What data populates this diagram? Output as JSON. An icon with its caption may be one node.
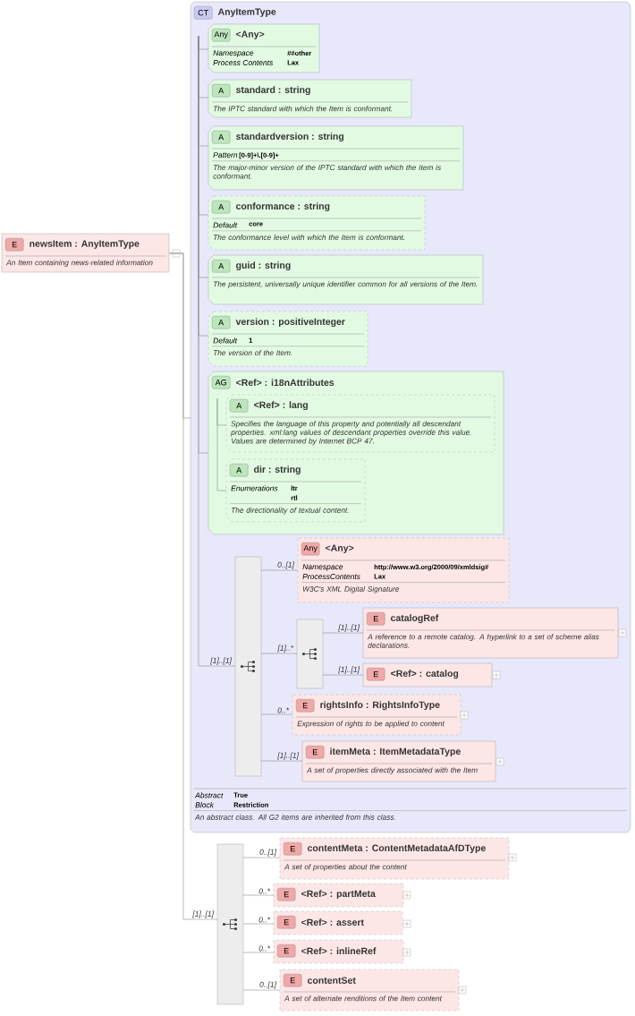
{
  "diagram": {
    "nodes": [
      {
        "text": [
          "E",
          "newsItem : AnyItemType",
          "An Item containing news-related information"
        ]
      },
      {
        "text": [
          "CT",
          "AnyItemType",
          "Abstract",
          "True",
          "Block",
          "Restriction",
          "An abstract class. All G2 items are inherited from this class."
        ]
      },
      {
        "text": [
          "Any",
          "<Any>",
          "Namespace",
          "##other",
          "Process Contents",
          "Lax"
        ],
        "in": 1
      },
      {
        "text": [
          "A",
          "standard : string",
          "The IPTC standard with which the Item is conformant."
        ],
        "in": 1
      },
      {
        "text": [
          "A",
          "standardversion : string",
          "Pattern",
          "[0-9]+\\.[0-9]+",
          "The major-minor version of the IPTC standard with which the Item is conformant."
        ],
        "in": 1
      },
      {
        "text": [
          "A",
          "conformance : string",
          "Default",
          "core",
          "The conformance level with which the Item is conformant."
        ],
        "in": 1
      },
      {
        "text": [
          "A",
          "guid : string",
          "The persistent, universally unique identifier common for all versions of the Item."
        ],
        "in": 1
      },
      {
        "text": [
          "A",
          "version : positiveInteger",
          "Default",
          "1",
          "The version of the Item."
        ],
        "in": 1
      },
      {
        "text": [
          "AG",
          "<Ref> : i18nAttributes"
        ],
        "in": 1
      },
      {
        "text": [
          "A",
          "<Ref> : lang",
          "Specifies the language of this property and potentially all descendant properties. xml:lang values of descendant properties override this value. Values are determined by Internet BCP 47."
        ],
        "in": 8
      },
      {
        "text": [
          "A",
          "dir : string",
          "Enumerations",
          "ltr",
          "rtl",
          "The directionality of textual content."
        ],
        "in": 8
      },
      {
        "text": [],
        "shape": "box",
        "in": 1
      },
      {
        "text": [
          "Any",
          "<Any>",
          "Namespace",
          "http://www.w3.org/2000/09/xmldsig#",
          "ProcessContents",
          "Lax",
          "W3C's XML Digital Signature"
        ],
        "in": 1
      },
      {
        "text": [],
        "shape": "box",
        "in": 1
      },
      {
        "text": [
          "E",
          "catalogRef",
          "A reference to a remote catalog. A hyperlink to a set of scheme alias declarations."
        ],
        "in": 1
      },
      {
        "text": [
          "E",
          "<Ref> : catalog"
        ],
        "in": 1
      },
      {
        "text": [
          "E",
          "rightsInfo : RightsInfoType",
          "Expression of rights to be applied to content"
        ],
        "in": 1
      },
      {
        "text": [
          "E",
          "itemMeta : ItemMetadataType",
          "A set of properties directly associated with the Item"
        ],
        "in": 1
      },
      {
        "text": [],
        "shape": "box"
      },
      {
        "text": [
          "E",
          "contentMeta : ContentMetadataAfDType",
          "A set of properties about the content"
        ]
      },
      {
        "text": [
          "E",
          "<Ref> : partMeta"
        ]
      },
      {
        "text": [
          "E",
          "<Ref> : assert"
        ]
      },
      {
        "text": [
          "E",
          "<Ref> : inlineRef"
        ]
      },
      {
        "text": [
          "E",
          "contentSet",
          "A set of alternate renditions of the Item content"
        ]
      }
    ],
    "edges": [
      {
        "from": 0,
        "to": 1,
        "arrow": "none"
      },
      {
        "from": 0,
        "to": 18,
        "arrow": "none",
        "label": "[1]..[1]"
      },
      {
        "from": 1,
        "to": 2,
        "arrow": "none"
      },
      {
        "from": 1,
        "to": 3,
        "arrow": "none"
      },
      {
        "from": 1,
        "to": 4,
        "arrow": "none"
      },
      {
        "from": 1,
        "to": 5,
        "arrow": "none"
      },
      {
        "from": 1,
        "to": 6,
        "arrow": "none"
      },
      {
        "from": 1,
        "to": 7,
        "arrow": "none"
      },
      {
        "from": 1,
        "to": 8,
        "arrow": "none"
      },
      {
        "from": 1,
        "to": 11,
        "arrow": "none",
        "label": "[1]..[1]"
      },
      {
        "from": 8,
        "to": 9,
        "arrow": "none"
      },
      {
        "from": 8,
        "to": 10,
        "arrow": "none"
      },
      {
        "from": 11,
        "to": 12,
        "arrow": "none",
        "label": "0..[1]"
      },
      {
        "from": 11,
        "to": 13,
        "arrow": "none",
        "label": "[1]..*"
      },
      {
        "from": 13,
        "to": 14,
        "arrow": "none",
        "label": "[1]..[1]"
      },
      {
        "from": 13,
        "to": 15,
        "arrow": "none",
        "label": "[1]..[1]"
      },
      {
        "from": 11,
        "to": 16,
        "arrow": "none",
        "label": "0..*"
      },
      {
        "from": 11,
        "to": 17,
        "arrow": "none",
        "label": "[1]..[1]"
      },
      {
        "from": 18,
        "to": 19,
        "arrow": "none",
        "label": "0..[1]"
      },
      {
        "from": 18,
        "to": 20,
        "arrow": "none",
        "label": "0..*"
      },
      {
        "from": 18,
        "to": 21,
        "arrow": "none",
        "label": "0..*"
      },
      {
        "from": 18,
        "to": 22,
        "arrow": "none",
        "label": "0..*"
      },
      {
        "from": 18,
        "to": 23,
        "arrow": "none",
        "label": "0..[1]"
      }
    ]
  }
}
